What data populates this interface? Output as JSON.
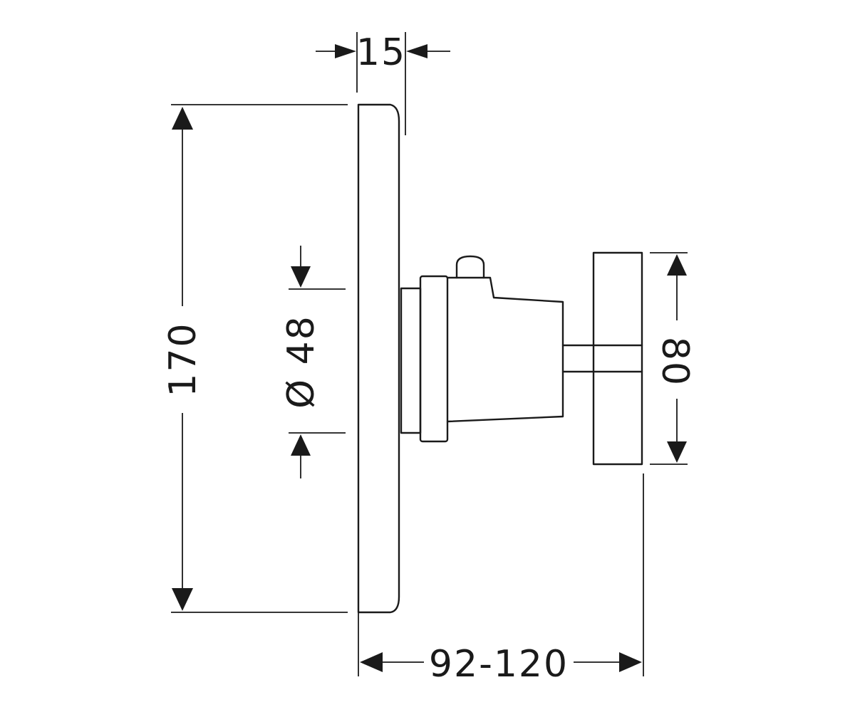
{
  "dimensions": {
    "plate_thickness": "15",
    "plate_height": "170",
    "body_diameter": "Ø 48",
    "handle_height": "80",
    "projection": "92-120"
  }
}
